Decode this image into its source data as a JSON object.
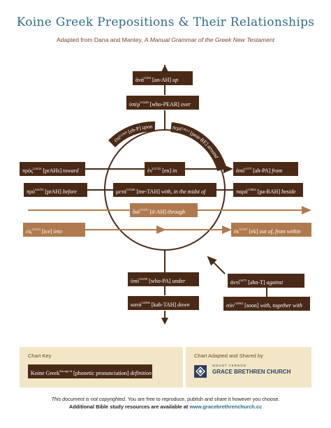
{
  "title": "Koine Greek Prepositions & Their Relationships",
  "subtitle": {
    "prefix": "Adapted from Dana and Mantey, ",
    "book": "A Manual Grammar of the Greek New Testament"
  },
  "colors": {
    "dark": "#4a2a17",
    "light": "#b07a4e",
    "title": "#2b6d8a",
    "panel": "#f3e6c6",
    "church": "#2c3f5c"
  },
  "prepositions": {
    "ana": {
      "greek": "ἀνά",
      "strongs": "G303",
      "pron": "[an-AH]",
      "def": "up"
    },
    "huper": {
      "greek": "ὑπέρ",
      "strongs": "G5228",
      "pron": "[who-PEAR]",
      "def": "over"
    },
    "epi": {
      "greek": "ἐπί",
      "strongs": "G1909",
      "pron": "[eh-P]",
      "def": "upon"
    },
    "peri": {
      "greek": "περί",
      "strongs": "G4012",
      "pron": "[pear-RE]",
      "def": "around"
    },
    "pros": {
      "greek": "πρός",
      "strongs": "G4314",
      "pron": "[prAHs]",
      "def": "toward"
    },
    "pro": {
      "greek": "πρό",
      "strongs": "G4253",
      "pron": "[prAH]",
      "def": "before"
    },
    "en": {
      "greek": "ἐν",
      "strongs": "G1722",
      "pron": "[en]",
      "def": "in"
    },
    "meta": {
      "greek": "μετά",
      "strongs": "G3326",
      "pron": "[me-TAH]",
      "def": "with, in the midst of"
    },
    "apo": {
      "greek": "ἀπό",
      "strongs": "G575",
      "pron": "[ah-PA]",
      "def": "from"
    },
    "para": {
      "greek": "παρά",
      "strongs": "G3844",
      "pron": "[pa-RAH]",
      "def": "beside"
    },
    "dia": {
      "greek": "διά",
      "strongs": "G1223",
      "pron": "[d-AH]",
      "def": "through"
    },
    "eis": {
      "greek": "εἰς",
      "strongs": "G1519",
      "pron": "[ice]",
      "def": "into"
    },
    "ek": {
      "greek": "ἐκ",
      "strongs": "G1537",
      "pron": "[ek]",
      "def": "out of, from within"
    },
    "hupo": {
      "greek": "ὑπό",
      "strongs": "G5259",
      "pron": "[who-PA]",
      "def": "under"
    },
    "kata": {
      "greek": "κατά",
      "strongs": "G2596",
      "pron": "[kah-TAH]",
      "def": "down"
    },
    "anti": {
      "greek": "ἀντί",
      "strongs": "G473",
      "pron": "[ahn-T]",
      "def": "against"
    },
    "sun": {
      "greek": "σύν",
      "strongs": "G4862",
      "pron": "[soon]",
      "def": "with, together with"
    }
  },
  "chart_key": {
    "label": "Chart Key",
    "greek": "Koine Greek",
    "strongs": "Strong's #",
    "pron": "[phonetic pronunciation]",
    "def": "definition"
  },
  "shared_by": {
    "label": "Chart Adapted and Shared by",
    "church_small": "MOUNT VERNON",
    "church_name": "GRACE BRETHREN CHURCH"
  },
  "footer": {
    "notice": "This document is not copyrighted.",
    "notice_rest": " You are free to reproduce, publish and share it however you choose.",
    "resources": "Additional Bible study resources are available at ",
    "link": "www.gracebrethrenchurch.cc"
  }
}
